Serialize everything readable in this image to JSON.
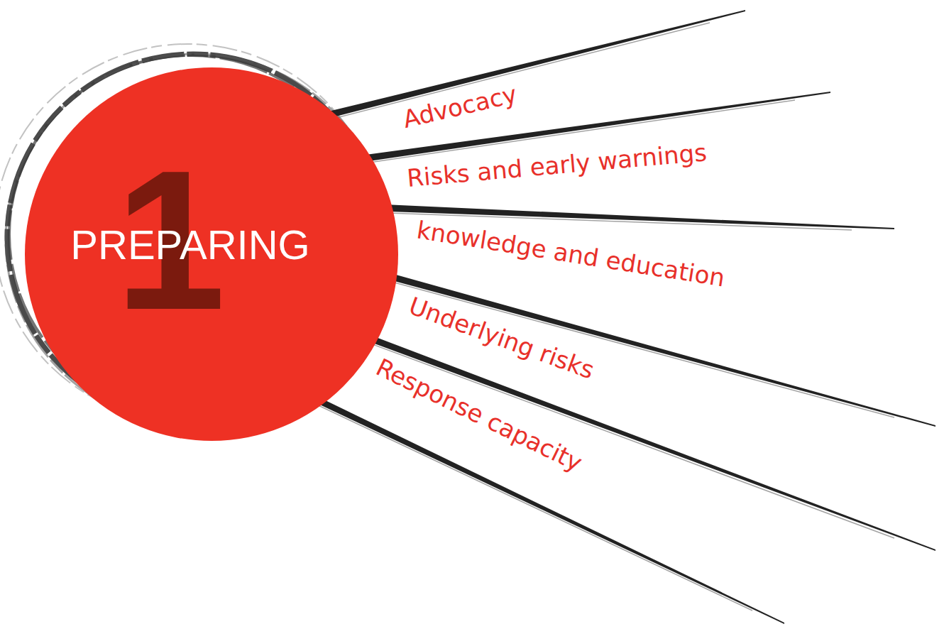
{
  "diagram": {
    "nodes": [
      {
        "text": [
          "1",
          "PREPARING"
        ]
      }
    ],
    "labels": [
      "Advocacy",
      "Risks and early warnings",
      "knowledge and education",
      "Underlying risks",
      "Response capacity"
    ]
  }
}
